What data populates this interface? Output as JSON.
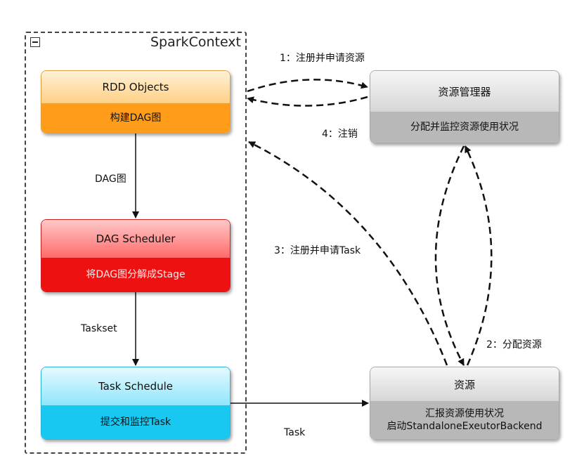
{
  "container": {
    "title": "SparkContext"
  },
  "nodes": {
    "rdd": {
      "head": "RDD Objects",
      "body": "构建DAG图"
    },
    "dag_scheduler": {
      "head": "DAG Scheduler",
      "body": "将DAG图分解成Stage"
    },
    "task_schedule": {
      "head": "Task Schedule",
      "body": "提交和监控Task"
    },
    "resource_manager": {
      "head": "资源管理器",
      "body": "分配并监控资源使用状况"
    },
    "resource": {
      "head": "资源",
      "body_line1": "汇报资源使用状况",
      "body_line2": "启动StandaloneExeutorBackend"
    }
  },
  "edges": {
    "dag_graph": "DAG图",
    "taskset": "Taskset",
    "task": "Task",
    "step1": "1：注册并申请资源",
    "step2": "2：分配资源",
    "step3": "3：注册并申请Task",
    "step4": "4：注销"
  },
  "colors": {
    "rdd": "#ff9c1a",
    "dag_scheduler": "#ee1111",
    "task_schedule": "#18c8f0",
    "resource": "#b8b8b8"
  }
}
